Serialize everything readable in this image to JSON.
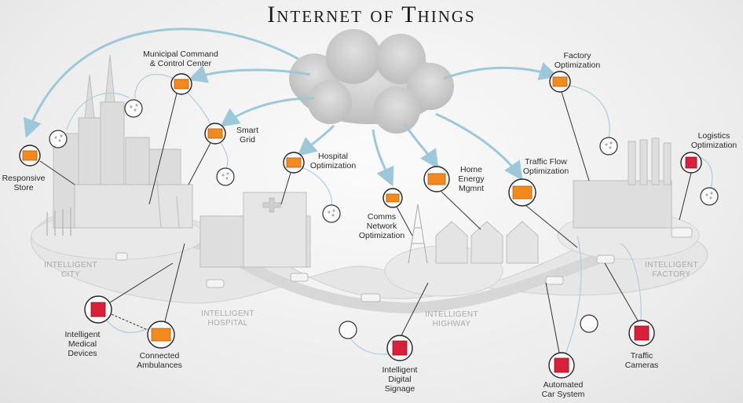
{
  "title": "Internet of Things",
  "nodes": {
    "municipal": "Municipal Command\n& Control Center",
    "responsive_store": "Responsive\nStore",
    "smart_grid": "Smart\nGrid",
    "hospital_opt": "Hospital\nOptimization",
    "comms": "Comms\nNetwork\nOptimization",
    "home_energy": "Home\nEnergy\nMgmnt",
    "traffic_flow": "Traffic Flow\nOptimization",
    "factory_opt": "Factory\nOptimization",
    "logistics": "Logistics\nOptimization",
    "medical": "Intelligent\nMedical\nDevices",
    "ambulances": "Connected\nAmbulances",
    "signage": "Intelligent\nDigital\nSignage",
    "car_system": "Automated\nCar System",
    "traffic_cams": "Traffic\nCameras"
  },
  "zones": {
    "city": "INTELLIGENT\nCITY",
    "hospital": "INTELLIGENT\nHOSPITAL",
    "highway": "INTELLIGENT\nHIGHWAY",
    "factory": "INTELLIGENT\nFACTORY"
  },
  "colors": {
    "orange": "#f28a1e",
    "red": "#d8203a",
    "arrow": "#9cc8da",
    "cloud": "#cfcfcf"
  }
}
